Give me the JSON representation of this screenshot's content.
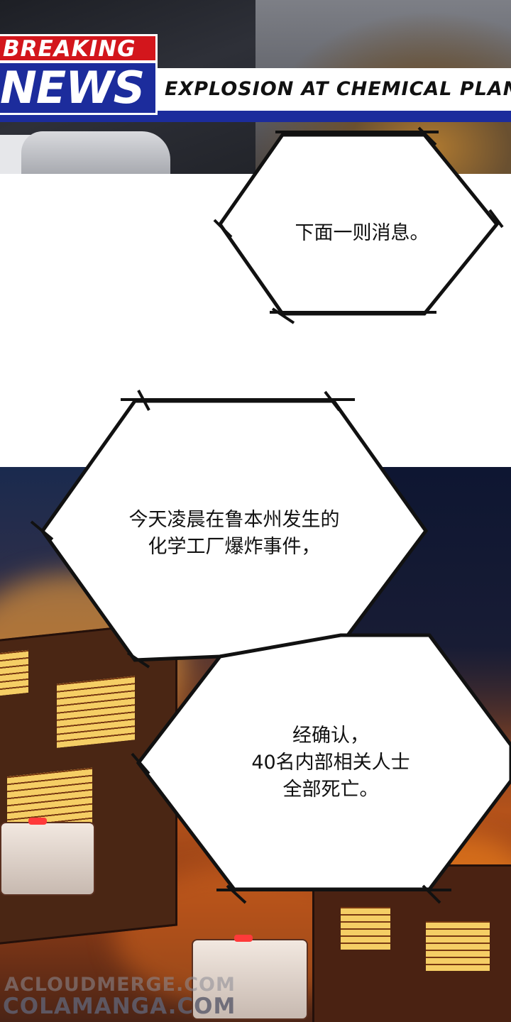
{
  "top_panel": {
    "badge_top": "BREAKING",
    "badge_bottom": "NEWS",
    "headline": "EXPLOSION AT CHEMICAL PLANT"
  },
  "bubbles": [
    {
      "lines": [
        "下面一则消息。"
      ]
    },
    {
      "lines": [
        "今天凌晨在鲁本州发生的",
        "化学工厂爆炸事件，"
      ]
    },
    {
      "lines": [
        "经确认，",
        "40名内部相关人士",
        "全部死亡。"
      ]
    }
  ],
  "watermarks": {
    "line1": "ACLOUDMERGE.COM",
    "line2": "COLAMANGA.COM"
  },
  "colors": {
    "breaking_red": "#d3161c",
    "news_blue": "#1c2c9c",
    "bubble_outline": "#111111"
  }
}
